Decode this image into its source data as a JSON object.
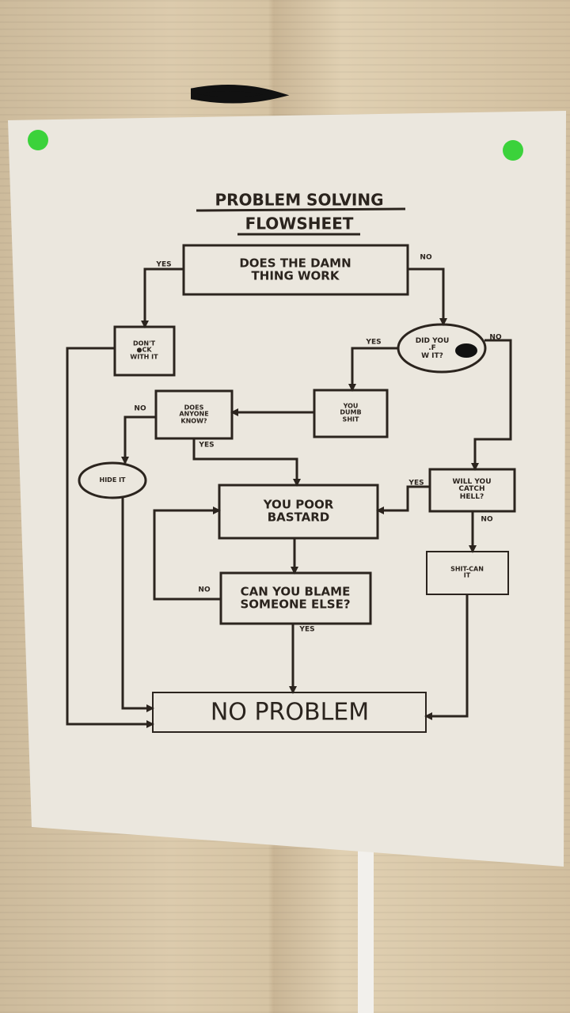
{
  "title": [
    "PROBLEM SOLVING",
    "FLOWSHEET"
  ],
  "nodes": {
    "start": [
      "DOES THE DAMN",
      "THING WORK"
    ],
    "dont_touch": [
      "DON'T",
      "●CK",
      "WITH IT"
    ],
    "did_you": [
      "DID YOU",
      ".F",
      "W   IT?"
    ],
    "dumb": [
      "YOU",
      "DUMB",
      "SHIT"
    ],
    "anyone_know": [
      "DOES",
      "ANYONE",
      "KNOW?"
    ],
    "hide": "HIDE IT",
    "catch_hell": [
      "WILL YOU",
      "CATCH",
      "HELL?"
    ],
    "poor": [
      "YOU POOR",
      "BASTARD"
    ],
    "shit_can": [
      "SHIT-CAN",
      "IT"
    ],
    "blame": [
      "CAN YOU BLAME",
      "SOMEONE ELSE?"
    ],
    "end": "NO PROBLEM"
  },
  "labels": {
    "yes": "YES",
    "no": "NO"
  },
  "colors": {
    "ink": "#2b241e",
    "paper": "#ebe7de",
    "pin": "#3bd23b",
    "wall": "#d6c4a4"
  }
}
